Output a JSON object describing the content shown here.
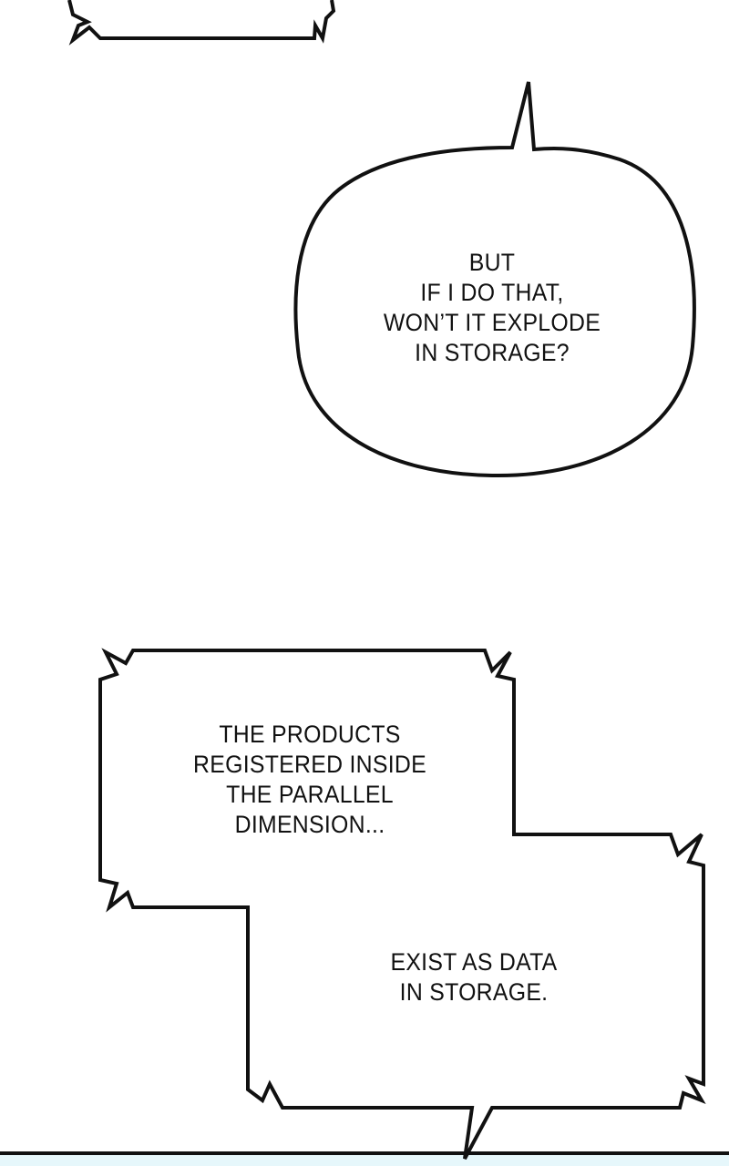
{
  "speech_bubble": {
    "lines": [
      "BUT",
      "IF I DO THAT,",
      "WON’T IT EXPLODE",
      "IN STORAGE?"
    ]
  },
  "narration_box": {
    "upper_lines": [
      "THE PRODUCTS",
      "REGISTERED INSIDE",
      "THE PARALLEL",
      "DIMENSION..."
    ],
    "lower_lines": [
      "EXIST AS DATA",
      "IN STORAGE."
    ]
  },
  "colors": {
    "background": "#ffffff",
    "ink": "#111111",
    "panel_bottom": "#e6f7fb"
  }
}
